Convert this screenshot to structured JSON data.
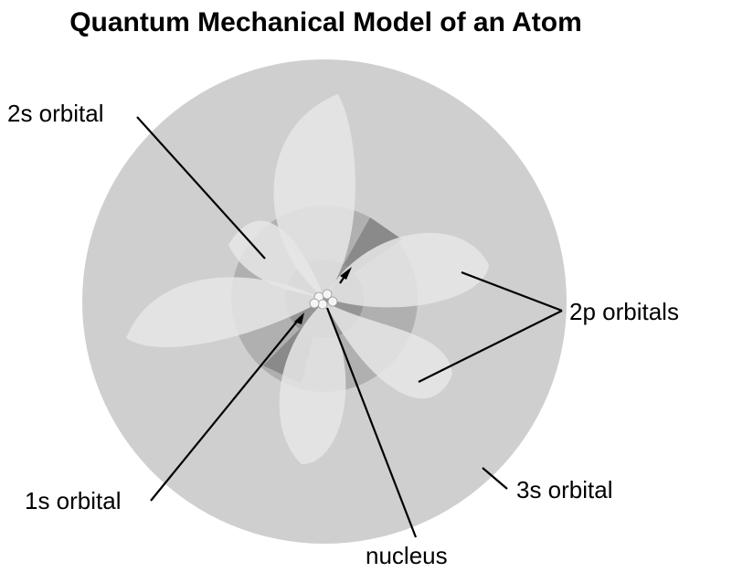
{
  "title": "Quantum Mechanical Model of an Atom",
  "labels": {
    "s2": "2s orbital",
    "p2": "2p orbitals",
    "s1": "1s orbital",
    "s3": "3s orbital",
    "nucleus": "nucleus"
  },
  "colors": {
    "orbital_3s": "#cfcfcf",
    "orbital_2s": "#b0b0b0",
    "orbital_1s": "#959595",
    "orbital_2p": "#e6e6e6",
    "dark_wedge": "#8a8a8a",
    "nucleus": "#f5f5f5",
    "leader_line": "#000000"
  }
}
